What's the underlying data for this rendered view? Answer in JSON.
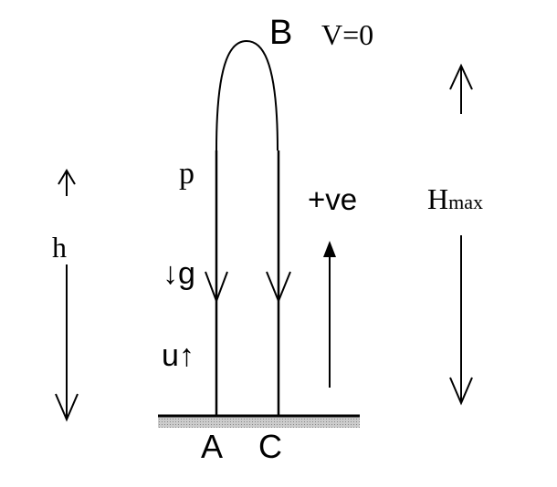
{
  "labels": {
    "point_b": "B",
    "velocity_at_top": "V=0",
    "point_p": "p",
    "positive_direction": "+ve",
    "max_height_h": "H",
    "max_height_sub": "max",
    "height": "h",
    "gravity_arrow": "↓",
    "gravity": "g",
    "initial_velocity": "u",
    "initial_velocity_arrow": "↑",
    "point_a": "A",
    "point_c": "C"
  }
}
